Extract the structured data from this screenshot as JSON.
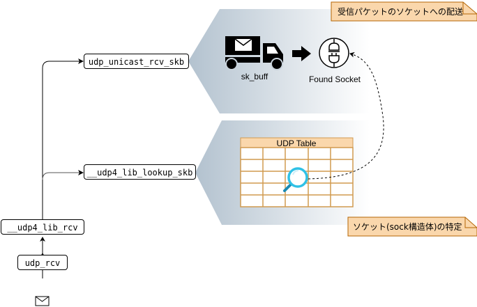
{
  "functions": {
    "udp_unicast_rcv_skb": "udp_unicast_rcv_skb",
    "udp4_lib_lookup_skb": "__udp4_lib_lookup_skb",
    "udp4_lib_rcv": "__udp4_lib_rcv",
    "udp_rcv": "udp_rcv"
  },
  "delivery_panel": {
    "packet_label": "sk_buff",
    "socket_label": "Found Socket",
    "callout": "受信パケットのソケットへの配送"
  },
  "lookup_panel": {
    "table_title": "UDP Table",
    "callout": "ソケット(sock構造体)の特定"
  },
  "icons": {
    "input": "envelope-icon",
    "truck": "delivery-truck-icon",
    "arrow": "right-arrow-icon",
    "socket": "plug-socket-icon",
    "search": "magnifier-icon"
  },
  "colors": {
    "panel_gradient_start": "#b3c2cf",
    "panel_gradient_end": "#ffffff",
    "callout_fill": "#fad7ac",
    "callout_stroke": "#b46504",
    "table_header": "#fad7ac",
    "table_stroke": "#d19a4f",
    "magnifier": "#2fc1e6"
  }
}
